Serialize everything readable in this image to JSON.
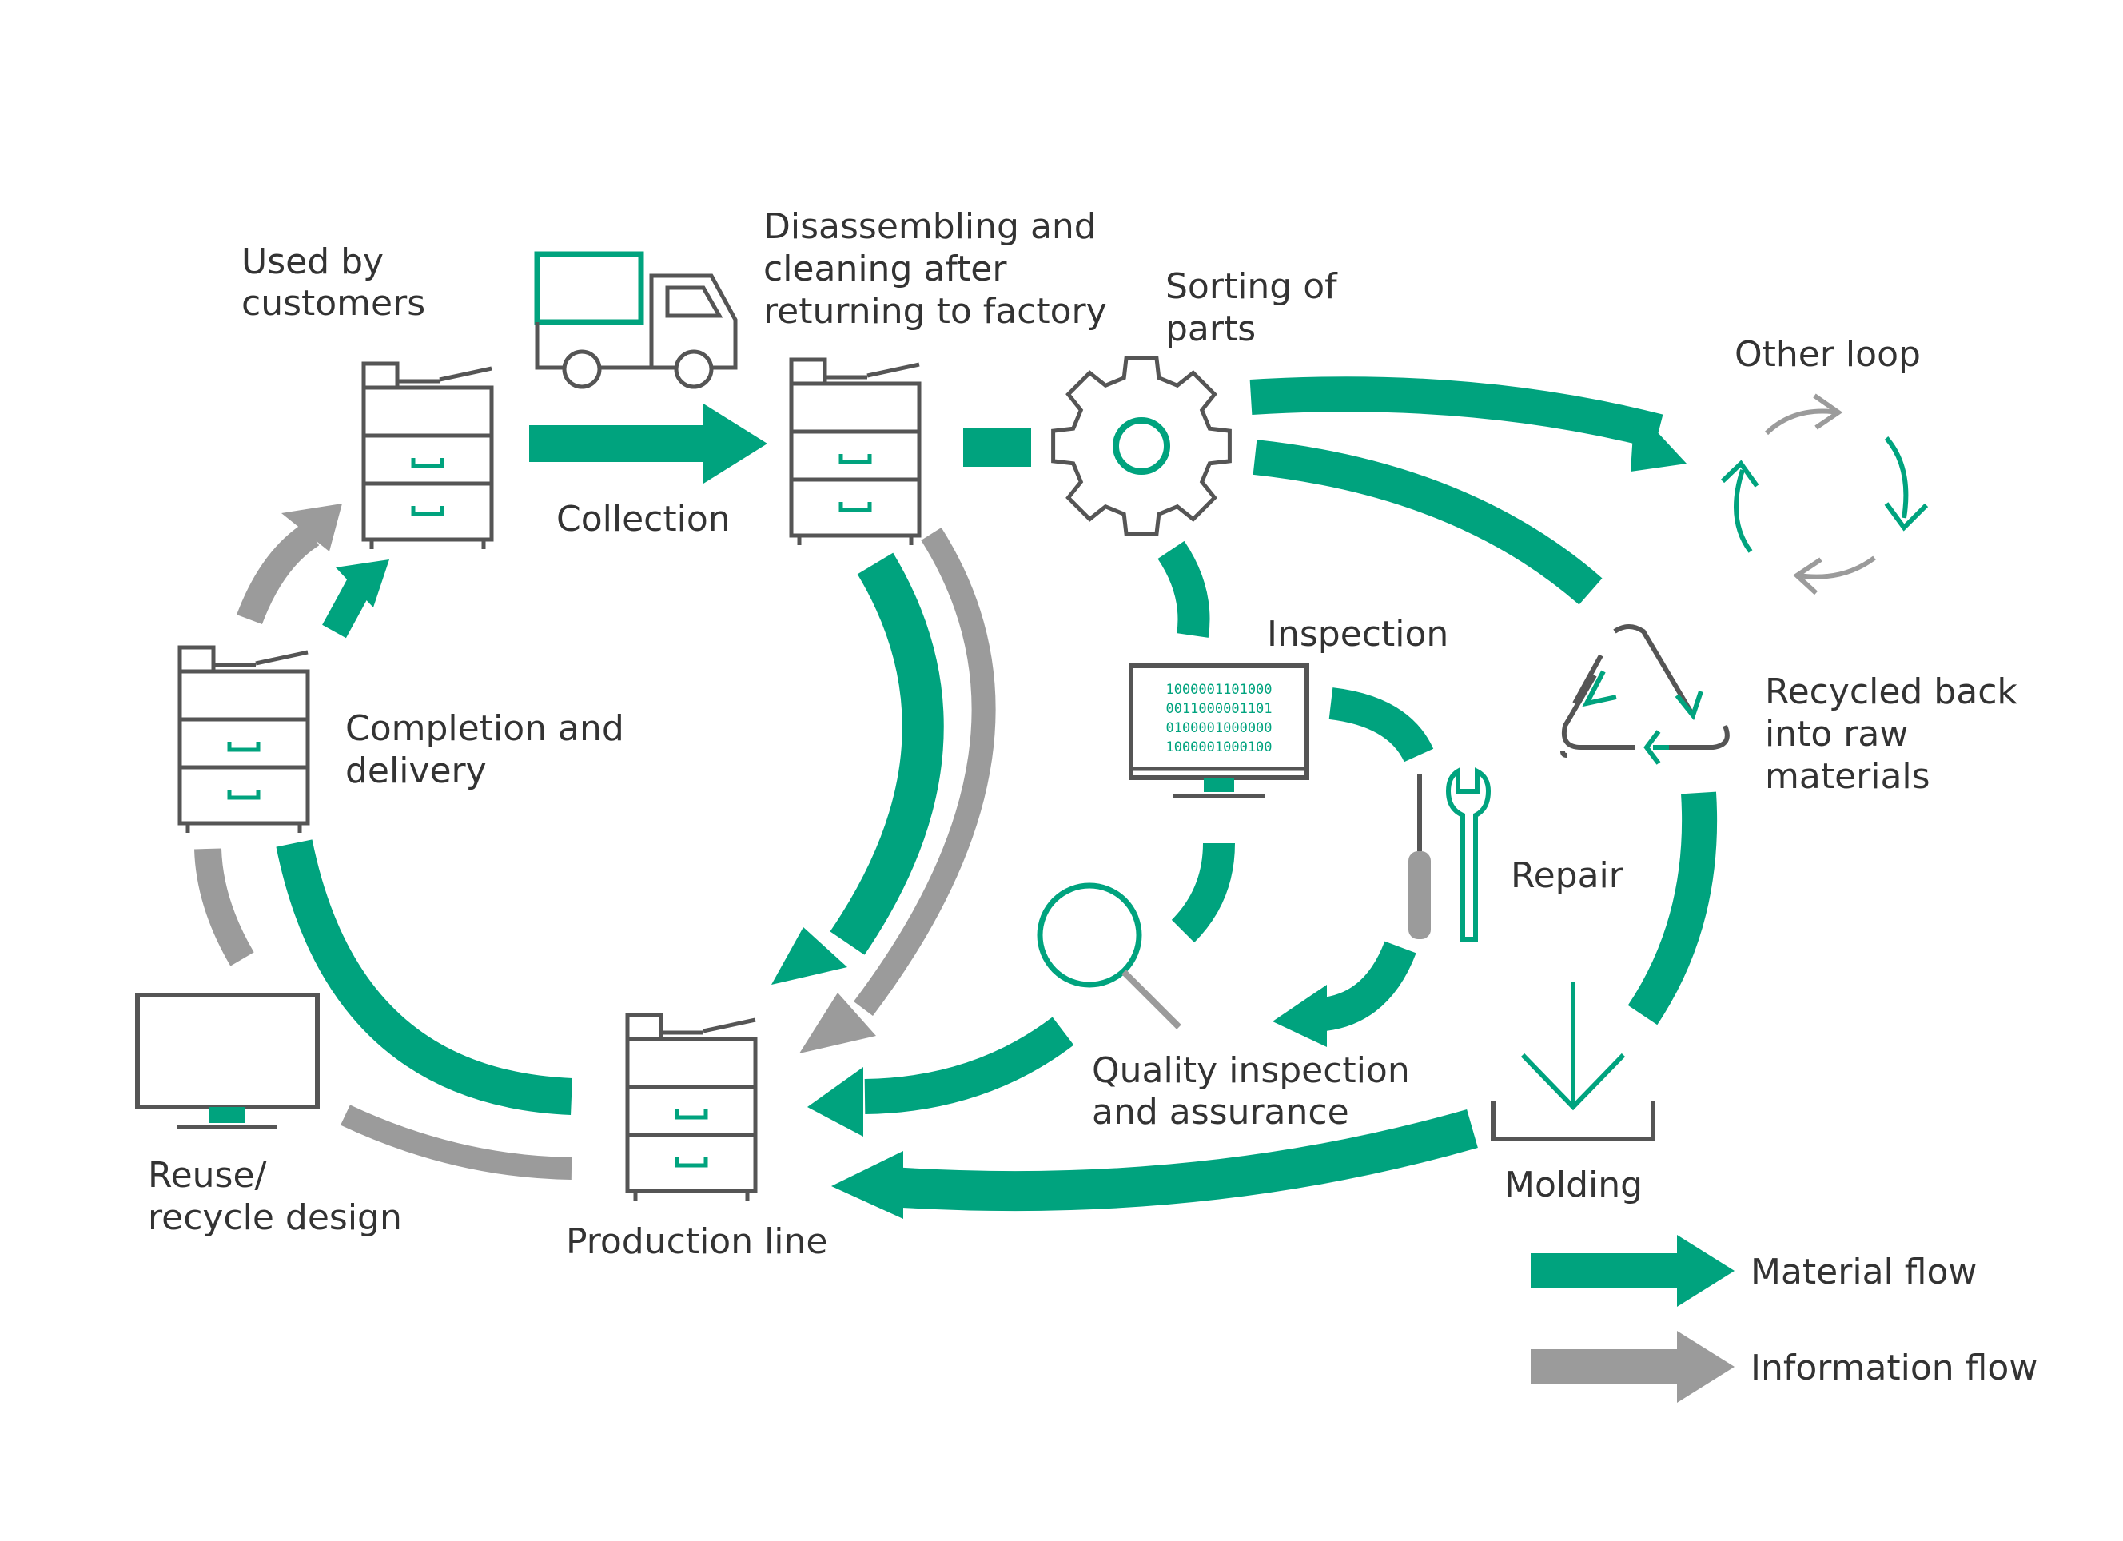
{
  "colors": {
    "material": "#00a37e",
    "information": "#9b9b9b",
    "line": "#555555",
    "text": "#333333"
  },
  "stages": {
    "used_by_customers": [
      "Used by",
      "customers"
    ],
    "collection": "Collection",
    "disassembling": [
      "Disassembling and",
      "cleaning after",
      "returning to factory"
    ],
    "sorting": [
      "Sorting of",
      "parts"
    ],
    "other_loop": "Other loop",
    "recycled": [
      "Recycled back",
      "into raw",
      "materials"
    ],
    "inspection": "Inspection",
    "repair": "Repair",
    "quality": [
      "Quality inspection",
      "and assurance"
    ],
    "molding": "Molding",
    "production_line": "Production line",
    "completion": [
      "Completion and",
      "delivery"
    ],
    "reuse": [
      "Reuse/",
      "recycle design"
    ]
  },
  "inspection_screen_code": [
    "1000001101000",
    "0011000001101",
    "0100001000000",
    "1000001000100"
  ],
  "legend": {
    "material": "Material flow",
    "information": "Information flow"
  },
  "icons": {
    "customer_copier": "copier-icon",
    "factory_copier": "copier-icon",
    "production_copier": "copier-icon",
    "delivery_copier": "copier-icon",
    "truck": "truck-icon",
    "gear": "gear-icon",
    "computer": "computer-icon",
    "monitor": "monitor-icon",
    "tools": "screwdriver-wrench-icon",
    "magnifier": "magnifier-icon",
    "recycle": "recycle-icon",
    "loop": "loop-arrows-icon",
    "molding": "molding-icon"
  }
}
